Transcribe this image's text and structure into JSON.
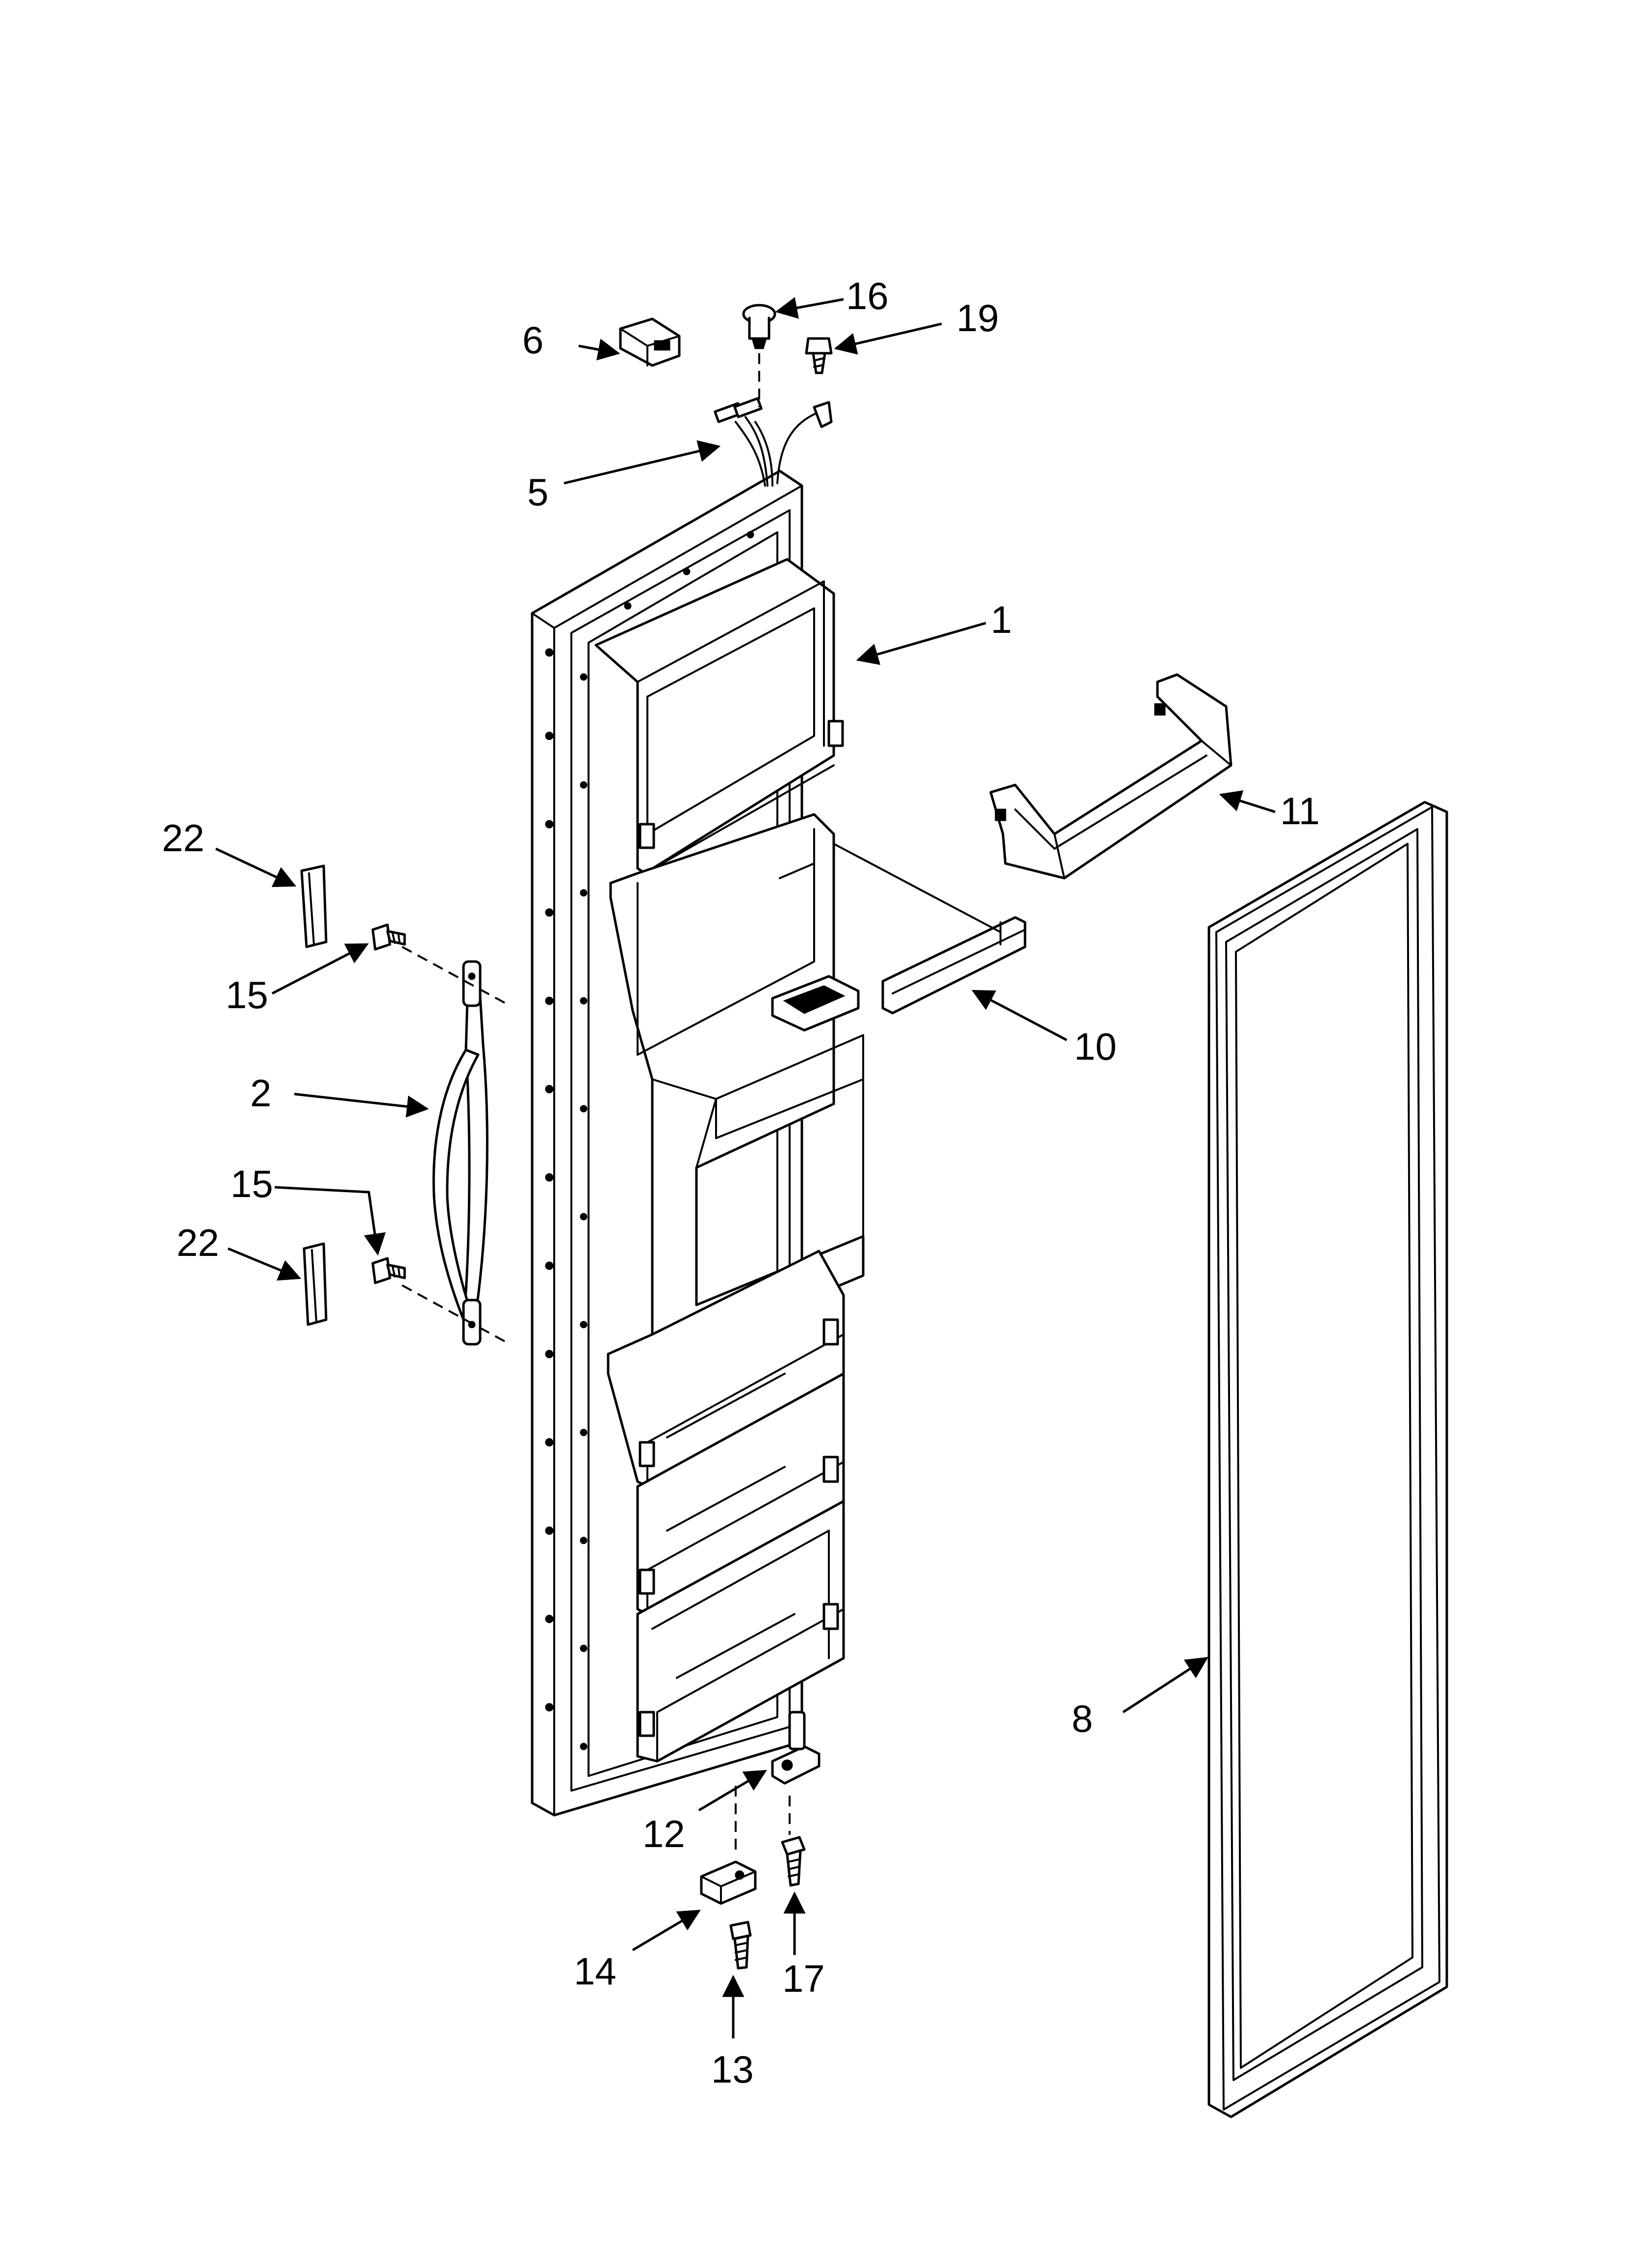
{
  "callouts": {
    "c1": "1",
    "c2": "2",
    "c5": "5",
    "c6": "6",
    "c8": "8",
    "c10": "10",
    "c11": "11",
    "c12": "12",
    "c13": "13",
    "c14": "14",
    "c15a": "15",
    "c15b": "15",
    "c16": "16",
    "c17": "17",
    "c19": "19",
    "c22a": "22",
    "c22b": "22"
  },
  "colors": {
    "line": "#000000",
    "background": "#ffffff"
  }
}
